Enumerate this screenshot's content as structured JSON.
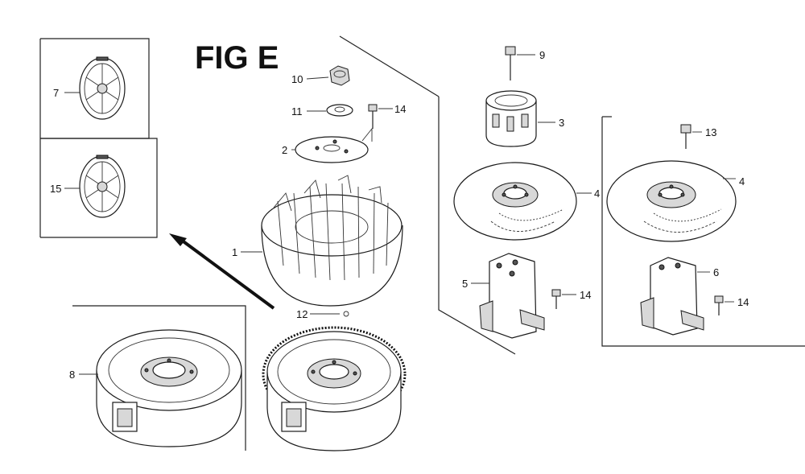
{
  "title": "FIG E",
  "callouts": {
    "c1": "1",
    "c2": "2",
    "c3": "3",
    "c4a": "4",
    "c4b": "4",
    "c5": "5",
    "c6": "6",
    "c7": "7",
    "c8": "8",
    "c9": "9",
    "c10": "10",
    "c11": "11",
    "c12": "12",
    "c13": "13",
    "c14a": "14",
    "c14b": "14",
    "c14c": "14",
    "c15": "15"
  }
}
